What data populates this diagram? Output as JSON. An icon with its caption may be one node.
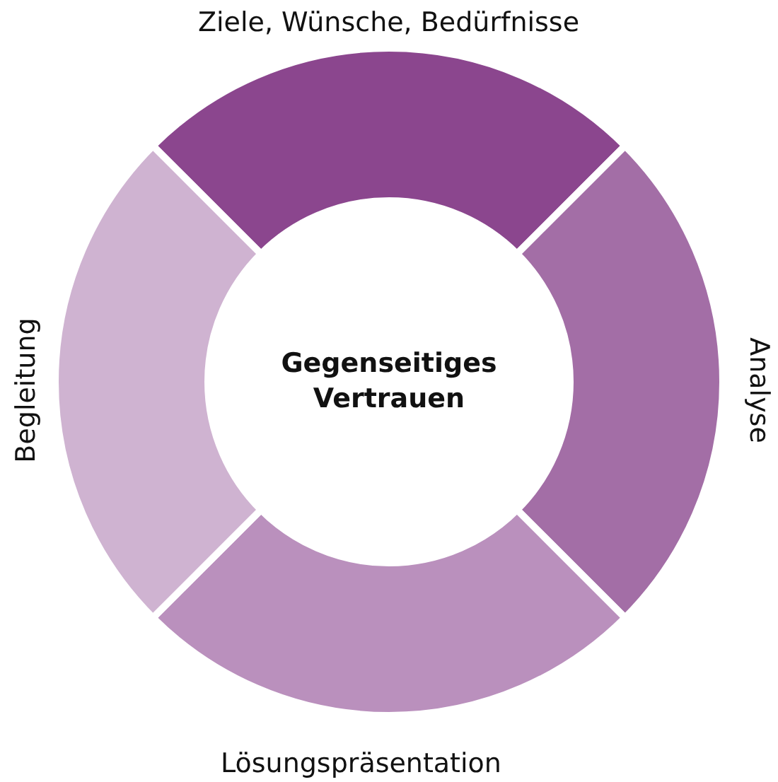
{
  "diagram": {
    "nodes": [
      {
        "text": [
          "Ziele, Wünsche, Bedürfnisse"
        ]
      },
      {
        "text": [
          "Analyse"
        ]
      },
      {
        "text": [
          "Lösungspräsentation"
        ]
      },
      {
        "text": [
          "Begleitung"
        ]
      },
      {
        "text": [
          "Gegenseitiges Vertrauen"
        ]
      }
    ]
  }
}
